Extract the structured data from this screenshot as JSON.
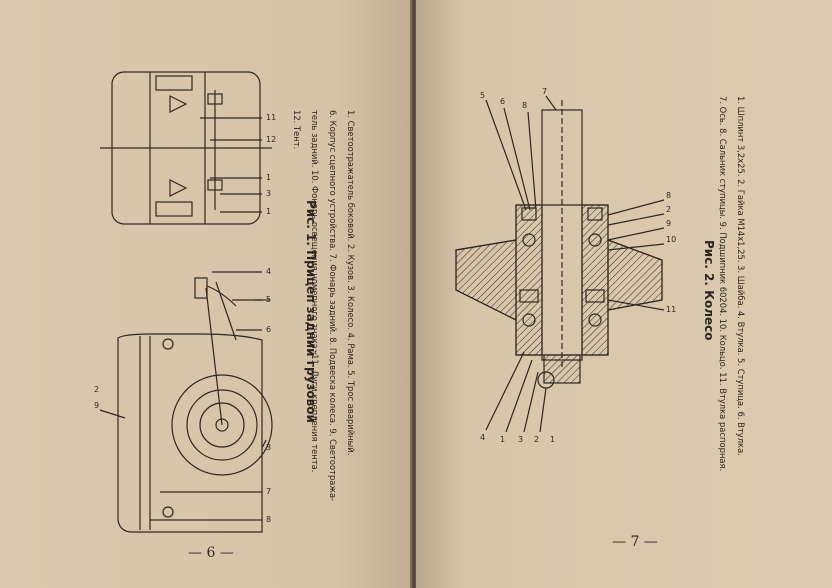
{
  "left_page": {
    "page_number": "— 6 —",
    "figure_title": "Рис. 1.  Прицеп задний грузовой",
    "legend_lines": [
      "1. Светоотражатель боковой. 2. Кузов. 3. Колесо. 4. Рама. 5. Трос аварийный.",
      "6. Корпус сцепного устройства. 7. Фонарь задний. 8. Подвеска колеса. 9. Светоотража-",
      "тель задний. 10. Фонарь освещения номерного знака. 11. Дуги крепления тента.",
      "12. Тент."
    ],
    "callouts": [
      "11",
      "12",
      "1",
      "3",
      "1",
      "4",
      "5",
      "6",
      "3",
      "7",
      "8",
      "9",
      "2"
    ]
  },
  "right_page": {
    "page_number": "— 7 —",
    "figure_title": "Рис. 2.  Колесо",
    "legend_lines": [
      "1. Шплинт 3,2х25.  2. Гайка М14х1,25.  3. Шайба.  4. Втулка.  5. Ступица.  6. Втулка.",
      "7. Ось.  8. Сальник ступицы.  9. Подшипник 60204.  10. Кольцо.  11. Втулка распорная."
    ],
    "callouts": [
      "5",
      "6",
      "8",
      "7",
      "8",
      "2",
      "9",
      "10",
      "11",
      "4",
      "1",
      "3",
      "2",
      "1"
    ]
  }
}
